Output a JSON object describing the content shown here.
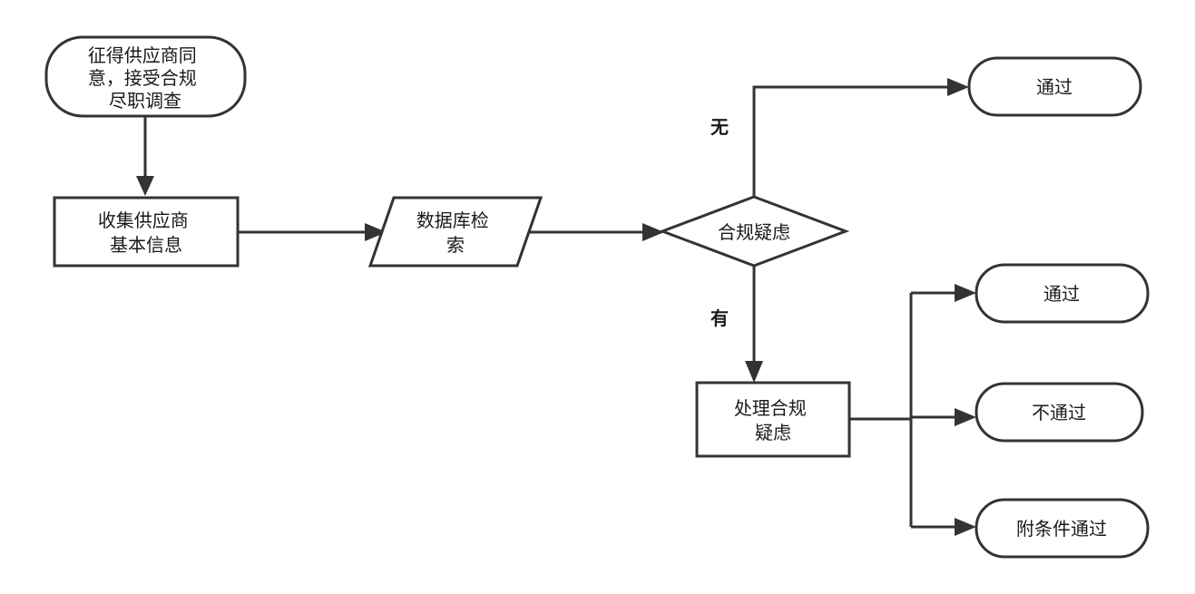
{
  "diagram": {
    "nodes": {
      "start": {
        "lines": [
          "征得供应商同",
          "意，接受合规",
          "尽职调查"
        ]
      },
      "collect": {
        "lines": [
          "收集供应商",
          "基本信息"
        ]
      },
      "search": {
        "lines": [
          "数据库检",
          "索"
        ]
      },
      "decision": {
        "lines": [
          "合规疑虑"
        ]
      },
      "pass_top": {
        "lines": [
          "通过"
        ]
      },
      "handle": {
        "lines": [
          "处理合规",
          "疑虑"
        ]
      },
      "pass_mid": {
        "lines": [
          "通过"
        ]
      },
      "fail": {
        "lines": [
          "不通过"
        ]
      },
      "conditional": {
        "lines": [
          "附条件通过"
        ]
      }
    },
    "edge_labels": {
      "none": "无",
      "has": "有"
    }
  },
  "colors": {
    "stroke": "#333333",
    "fill": "#ffffff",
    "text": "#1a1a1a"
  }
}
